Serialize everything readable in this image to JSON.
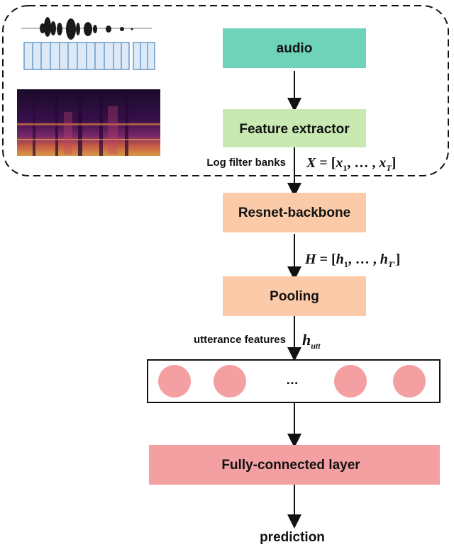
{
  "nodes": {
    "audio": "audio",
    "feature_extractor": "Feature extractor",
    "resnet_backbone": "Resnet-backbone",
    "pooling": "Pooling",
    "fully_connected": "Fully-connected layer",
    "prediction": "prediction"
  },
  "edge_labels": {
    "log_filter_banks": "Log filter banks",
    "utterance_features": "utterance features"
  },
  "math": {
    "X": "X",
    "X_eq": " = [",
    "x": "x",
    "x1_sub": "1",
    "mid": ", … , ",
    "xT_sub": "T",
    "close": "]",
    "H": "H",
    "h": "h",
    "h1_sub": "1",
    "hT_sub": "T′",
    "h_utt": "h",
    "utt_sub": "utt"
  },
  "ellipsis": "…",
  "colors": {
    "audio": "#6ed3b9",
    "feature": "#c8e9b2",
    "resnet": "#fbcaa8",
    "pooling": "#fbcaa8",
    "fc": "#f4a0a2",
    "circle": "#f4a0a2",
    "waveform": "#1a1a1a",
    "frames": "#6a9ac9"
  }
}
